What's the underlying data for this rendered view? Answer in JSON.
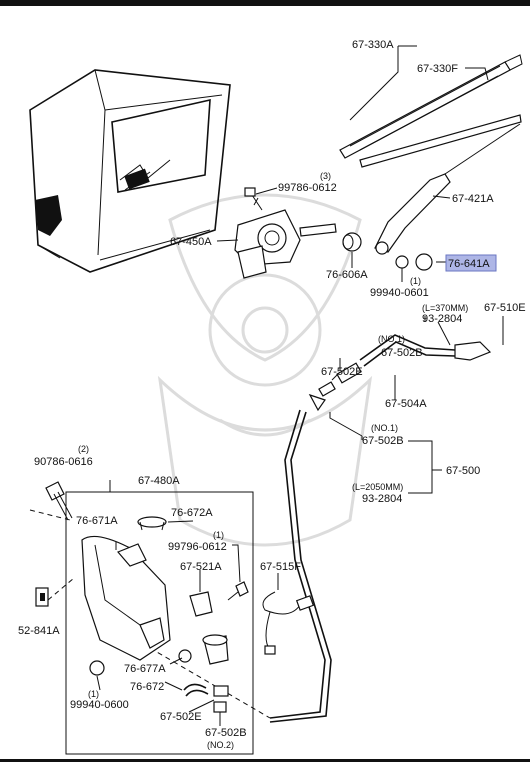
{
  "colors": {
    "line": "#111111",
    "highlight": "#aeb6e6",
    "watermark": "#dcdcdc",
    "background": "#ffffff"
  },
  "labels": {
    "p67_330A": "67-330A",
    "p67_330F": "67-330F",
    "p67_421A": "67-421A",
    "p99786_0612": "99786-0612",
    "p99786_qty": "(3)",
    "p67_450A": "67-450A",
    "p76_606A": "76-606A",
    "p76_641A": "76-641A",
    "p99940_0601": "99940-0601",
    "p99940_0601_qty": "(1)",
    "len_370": "(L=370MM)",
    "p93_2804_top": "93-2804",
    "p67_510E": "67-510E",
    "no1_a": "(NO.1)",
    "p67_502B_a": "67-502B",
    "p67_502E_a": "67-502E",
    "p67_504A": "67-504A",
    "no1_b": "(NO.1)",
    "p67_502B_b": "67-502B",
    "p67_500": "67-500",
    "len_2050": "(L=2050MM)",
    "p93_2804_bot": "93-2804",
    "p90786_0616": "90786-0616",
    "p90786_qty": "(2)",
    "p67_480A": "67-480A",
    "p76_671A": "76-671A",
    "p76_672A": "76-672A",
    "p99796_0612_qty": "(1)",
    "p99796_0612": "99796-0612",
    "p67_521A": "67-521A",
    "p67_515F": "67-515F",
    "p52_841A": "52-841A",
    "p76_677A": "76-677A",
    "p76_672": "76-672",
    "p99940_0600_qty": "(1)",
    "p99940_0600": "99940-0600",
    "p67_502E_b": "67-502E",
    "p67_502B_c": "67-502B",
    "no2": "(NO.2)"
  }
}
